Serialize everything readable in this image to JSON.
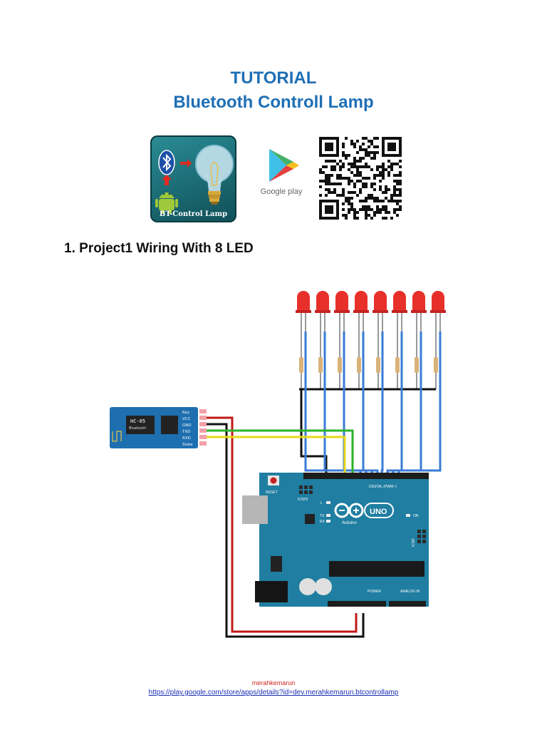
{
  "header": {
    "title_line1": "TUTORIAL",
    "title_line2": "Bluetooth Controll Lamp"
  },
  "app_badge": {
    "label": "BT-Control Lamp",
    "icon": "bluetooth-lamp-app-icon"
  },
  "store_badge": {
    "label": "Google play",
    "icon": "google-play-icon"
  },
  "qr": {
    "icon": "qr-code-icon"
  },
  "section": {
    "heading": "1. Project1 Wiring With 8 LED"
  },
  "diagram": {
    "module": {
      "chip": "HC-05",
      "sub": "Bluetooth",
      "pins": [
        "Key",
        "VCC",
        "GND",
        "TXD",
        "RXD",
        "State"
      ]
    },
    "board": {
      "logo": "UNO",
      "brand": "Arduino",
      "reset": "RESET",
      "icsp2": "ICSP2",
      "icsp": "ICSP",
      "on": "ON",
      "led_l": "L",
      "tx": "TX",
      "rx": "RX",
      "digital": "DIGITAL (PWM~)",
      "power": "POWER",
      "analog": "ANALOG IN"
    },
    "colors": {
      "board": "#1f7ea1",
      "led": "#e8302b",
      "wire_blue": "#3a7bd5",
      "wire_green": "#2bb32b",
      "wire_yellow": "#e8d81a",
      "wire_red": "#c01818",
      "wire_black": "#111111"
    }
  },
  "footer": {
    "name": "merahkemarun",
    "url": "https://play.google.com/store/apps/details?id=dev.merahkemarun.btcontrollamp"
  }
}
